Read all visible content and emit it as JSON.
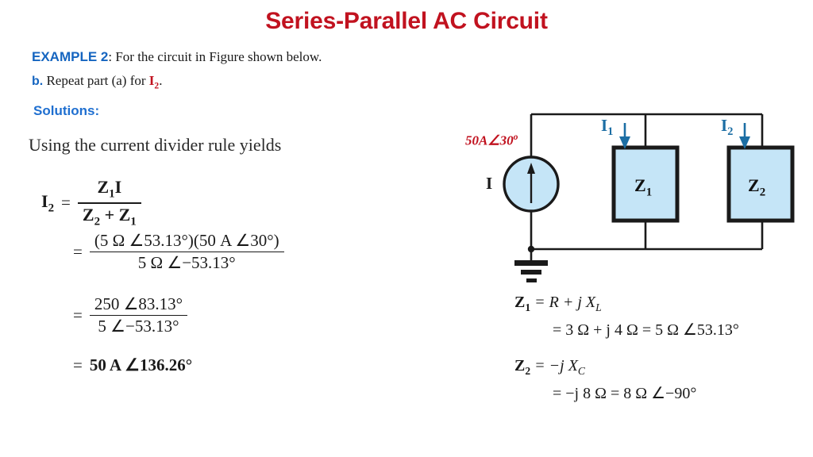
{
  "slide": {
    "title": "Series-Parallel AC Circuit"
  },
  "problem": {
    "example_tag": "EXAMPLE 2",
    "example_text": ": For the circuit in Figure shown below.",
    "part_tag": "b.",
    "part_text_before": " Repeat part (a) for ",
    "part_symbol": "I",
    "part_symbol_sub": "2",
    "part_text_after": ".",
    "solutions_label": "Solutions:",
    "rule_text": "Using the current divider rule yields"
  },
  "equations": {
    "eq1": {
      "lhs": "I",
      "lhs_sub": "2",
      "eq": "=",
      "numerator": "Z",
      "numerator_sub": "1",
      "numerator_tail": "I",
      "denominator_a": "Z",
      "denominator_a_sub": "2",
      "denominator_plus": "+",
      "denominator_b": "Z",
      "denominator_b_sub": "1"
    },
    "eq2": {
      "eq": "=",
      "numerator": "(5 Ω ∠53.13°)(50 A ∠30°)",
      "denominator": "5 Ω ∠−53.13°"
    },
    "eq3": {
      "eq": "=",
      "numerator": "250 ∠83.13°",
      "denominator": "5 ∠−53.13°"
    },
    "eq4": {
      "eq": "=",
      "result": "50 A ∠136.26°"
    }
  },
  "impedances": {
    "z1": {
      "label": "Z",
      "label_sub": "1",
      "line1": " = R + j X",
      "line1_sub": "L",
      "line2": "= 3 Ω + j 4 Ω = 5 Ω ∠53.13°"
    },
    "z2": {
      "label": "Z",
      "label_sub": "2",
      "line1": " = −j X",
      "line1_sub": "C",
      "line2": "= −j 8 Ω = 8 Ω ∠−90°"
    }
  },
  "circuit": {
    "source_label": "50A∠30",
    "source_label_sup": "o",
    "source_current_label": "I",
    "branch1_current_label": "I",
    "branch1_current_sub": "1",
    "branch2_current_label": "I",
    "branch2_current_sub": "2",
    "z1_box_label": "Z",
    "z1_box_sub": "1",
    "z2_box_label": "Z",
    "z2_box_sub": "2"
  },
  "colors": {
    "title_red": "#c1121f",
    "accent_blue": "#1565c0",
    "solutions_blue": "#1f6fd0",
    "current_blue": "#1c6ea4",
    "box_fill": "#c5e5f7",
    "wire_black": "#1a1a1a"
  }
}
